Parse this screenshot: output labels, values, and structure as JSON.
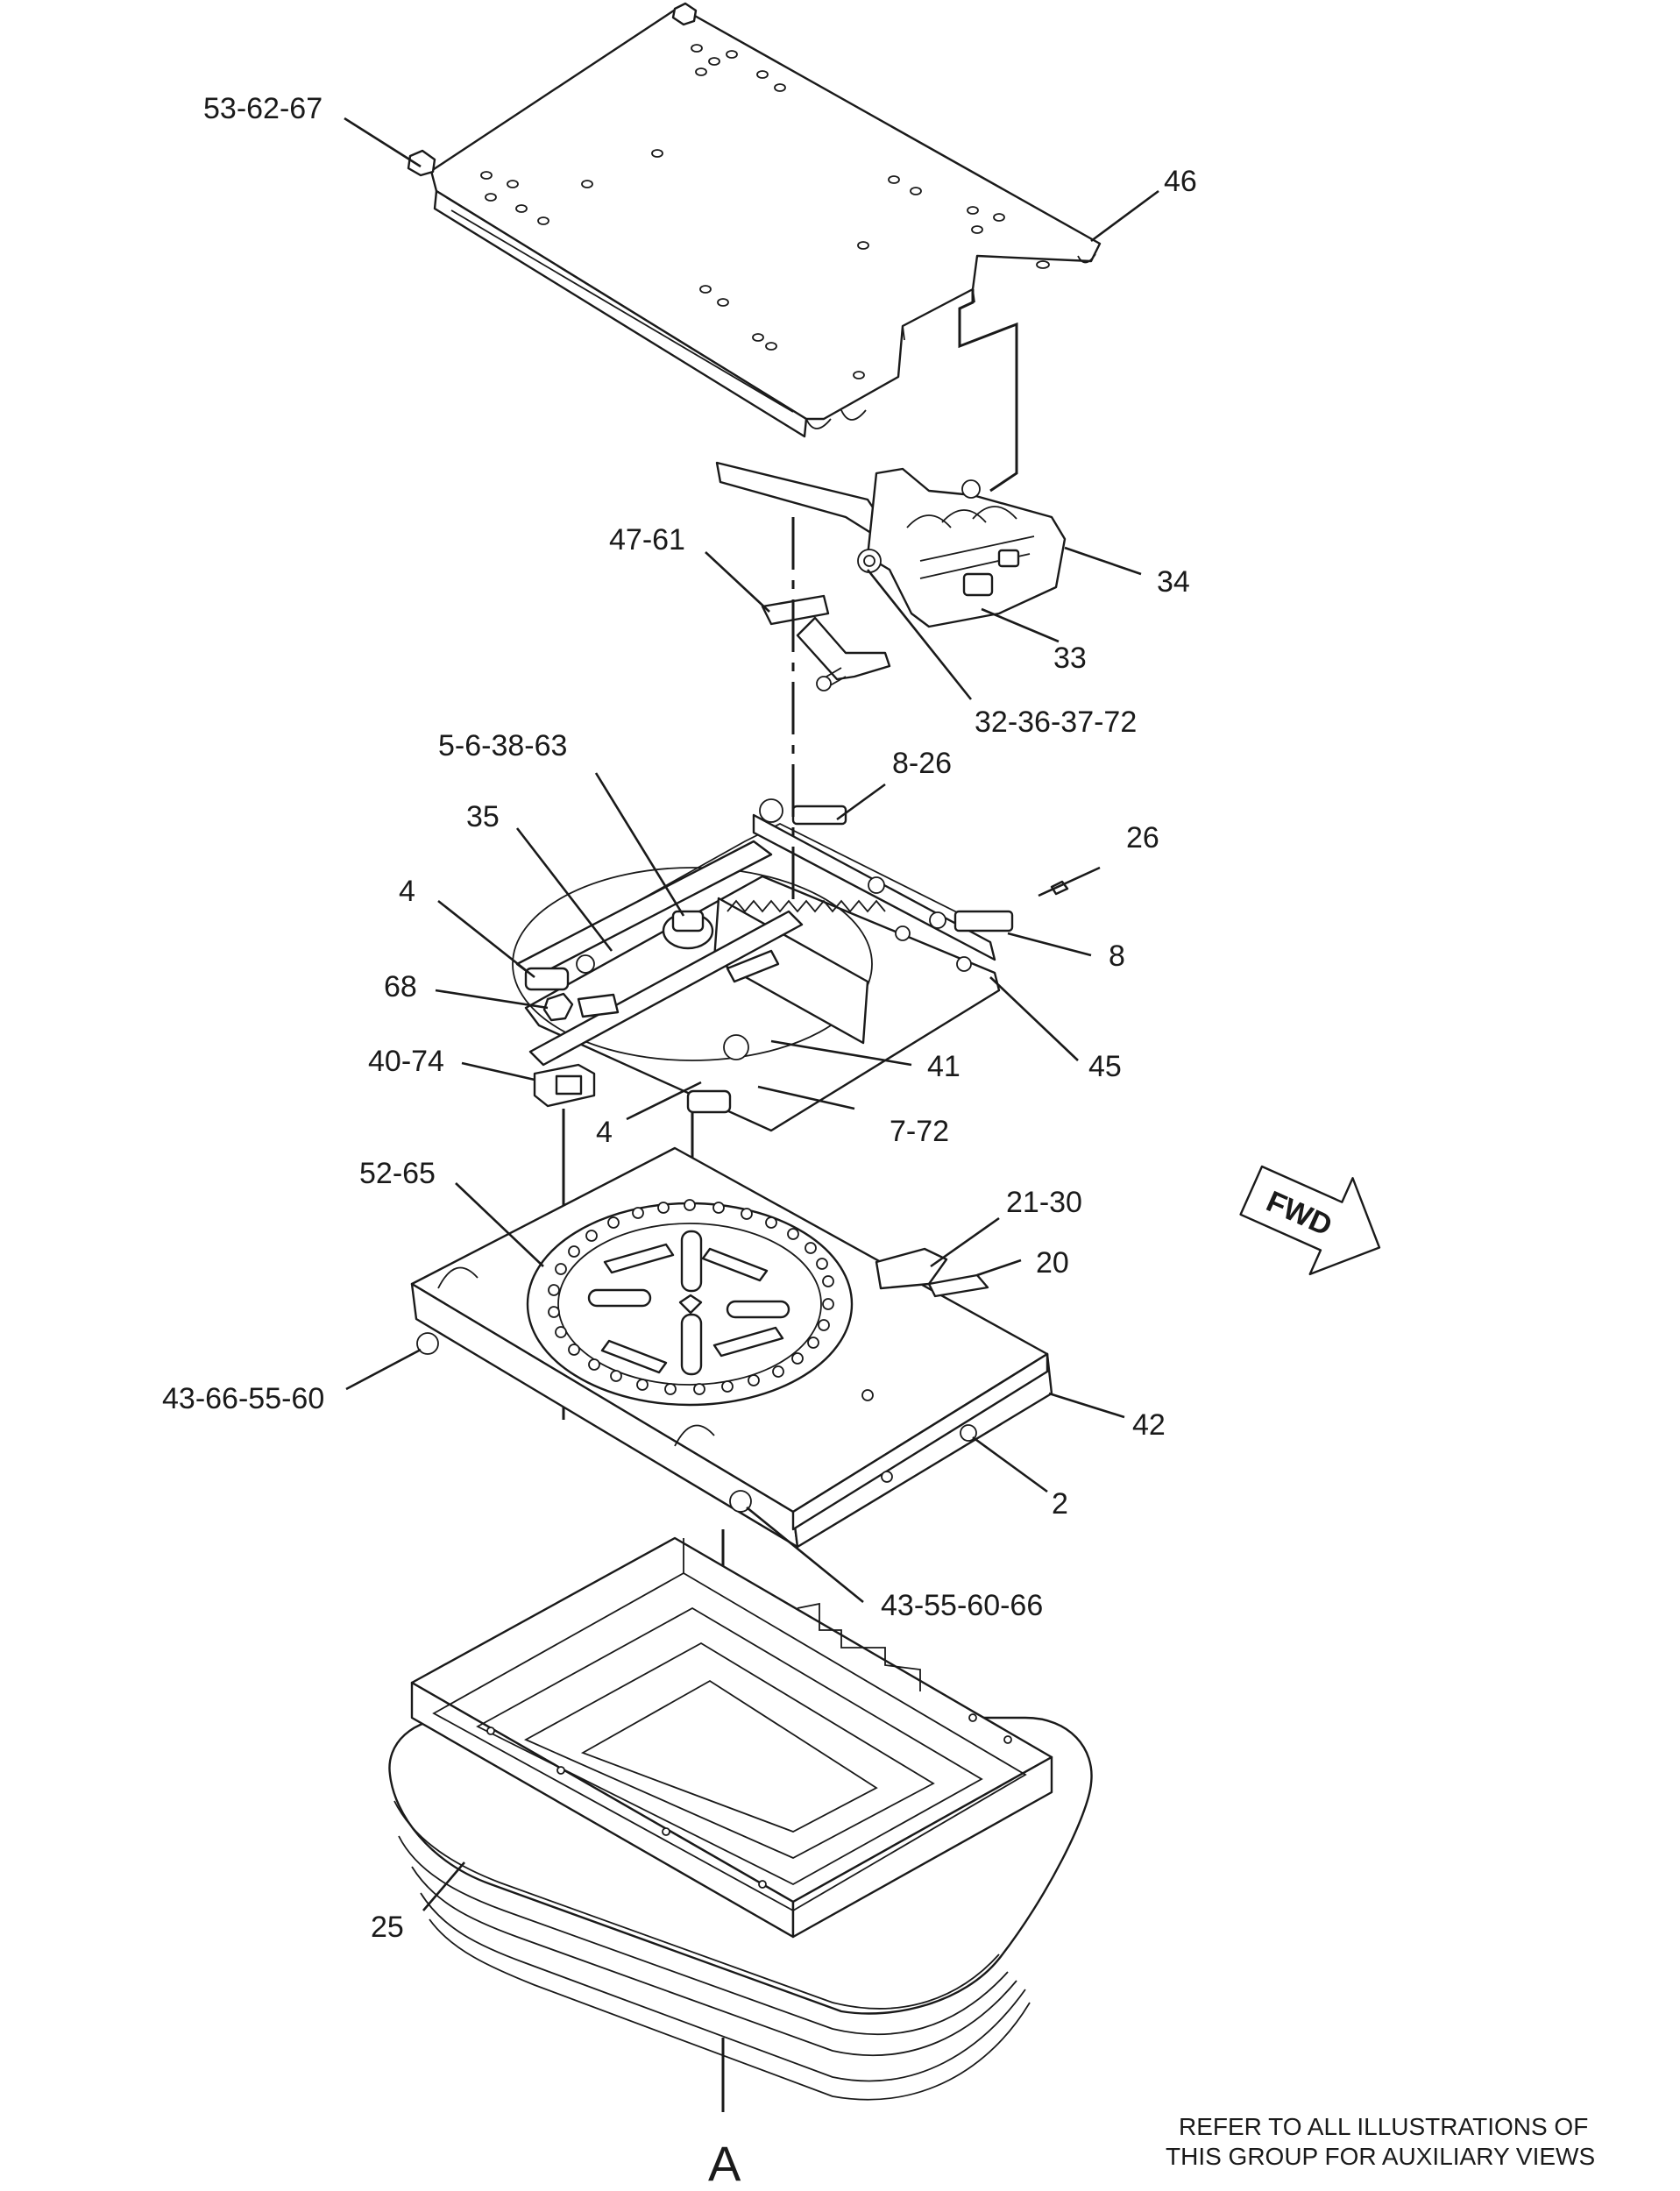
{
  "diagram": {
    "callouts": [
      {
        "id": "c-53-62-67",
        "text": "53-62-67"
      },
      {
        "id": "c-46",
        "text": "46"
      },
      {
        "id": "c-47-61",
        "text": "47-61"
      },
      {
        "id": "c-34",
        "text": "34"
      },
      {
        "id": "c-33",
        "text": "33"
      },
      {
        "id": "c-32-36-37-72",
        "text": "32-36-37-72"
      },
      {
        "id": "c-5-6-38-63",
        "text": "5-6-38-63"
      },
      {
        "id": "c-8-26",
        "text": "8-26"
      },
      {
        "id": "c-35",
        "text": "35"
      },
      {
        "id": "c-26",
        "text": "26"
      },
      {
        "id": "c-4-top",
        "text": "4"
      },
      {
        "id": "c-8",
        "text": "8"
      },
      {
        "id": "c-68",
        "text": "68"
      },
      {
        "id": "c-40-74",
        "text": "40-74"
      },
      {
        "id": "c-41",
        "text": "41"
      },
      {
        "id": "c-45",
        "text": "45"
      },
      {
        "id": "c-4-bottom",
        "text": "4"
      },
      {
        "id": "c-7-72",
        "text": "7-72"
      },
      {
        "id": "c-52-65",
        "text": "52-65"
      },
      {
        "id": "c-21-30",
        "text": "21-30"
      },
      {
        "id": "c-20",
        "text": "20"
      },
      {
        "id": "c-43-66-55-60",
        "text": "43-66-55-60"
      },
      {
        "id": "c-42",
        "text": "42"
      },
      {
        "id": "c-2",
        "text": "2"
      },
      {
        "id": "c-43-55-60-66",
        "text": "43-55-60-66"
      },
      {
        "id": "c-25",
        "text": "25"
      }
    ],
    "view_label": "A",
    "direction_label": "FWD",
    "note_lines": [
      "REFER TO ALL ILLUSTRATIONS OF",
      "THIS GROUP FOR AUXILIARY VIEWS"
    ]
  }
}
